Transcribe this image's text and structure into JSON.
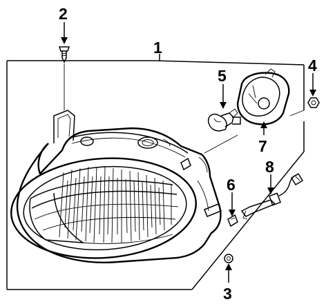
{
  "diagram": {
    "callouts": [
      {
        "id": "1",
        "text": "1"
      },
      {
        "id": "2",
        "text": "2"
      },
      {
        "id": "3",
        "text": "3"
      },
      {
        "id": "4",
        "text": "4"
      },
      {
        "id": "5",
        "text": "5"
      },
      {
        "id": "6",
        "text": "6"
      },
      {
        "id": "7",
        "text": "7"
      },
      {
        "id": "8",
        "text": "8"
      }
    ],
    "colors": {
      "line": "#000000",
      "background": "#ffffff"
    }
  }
}
